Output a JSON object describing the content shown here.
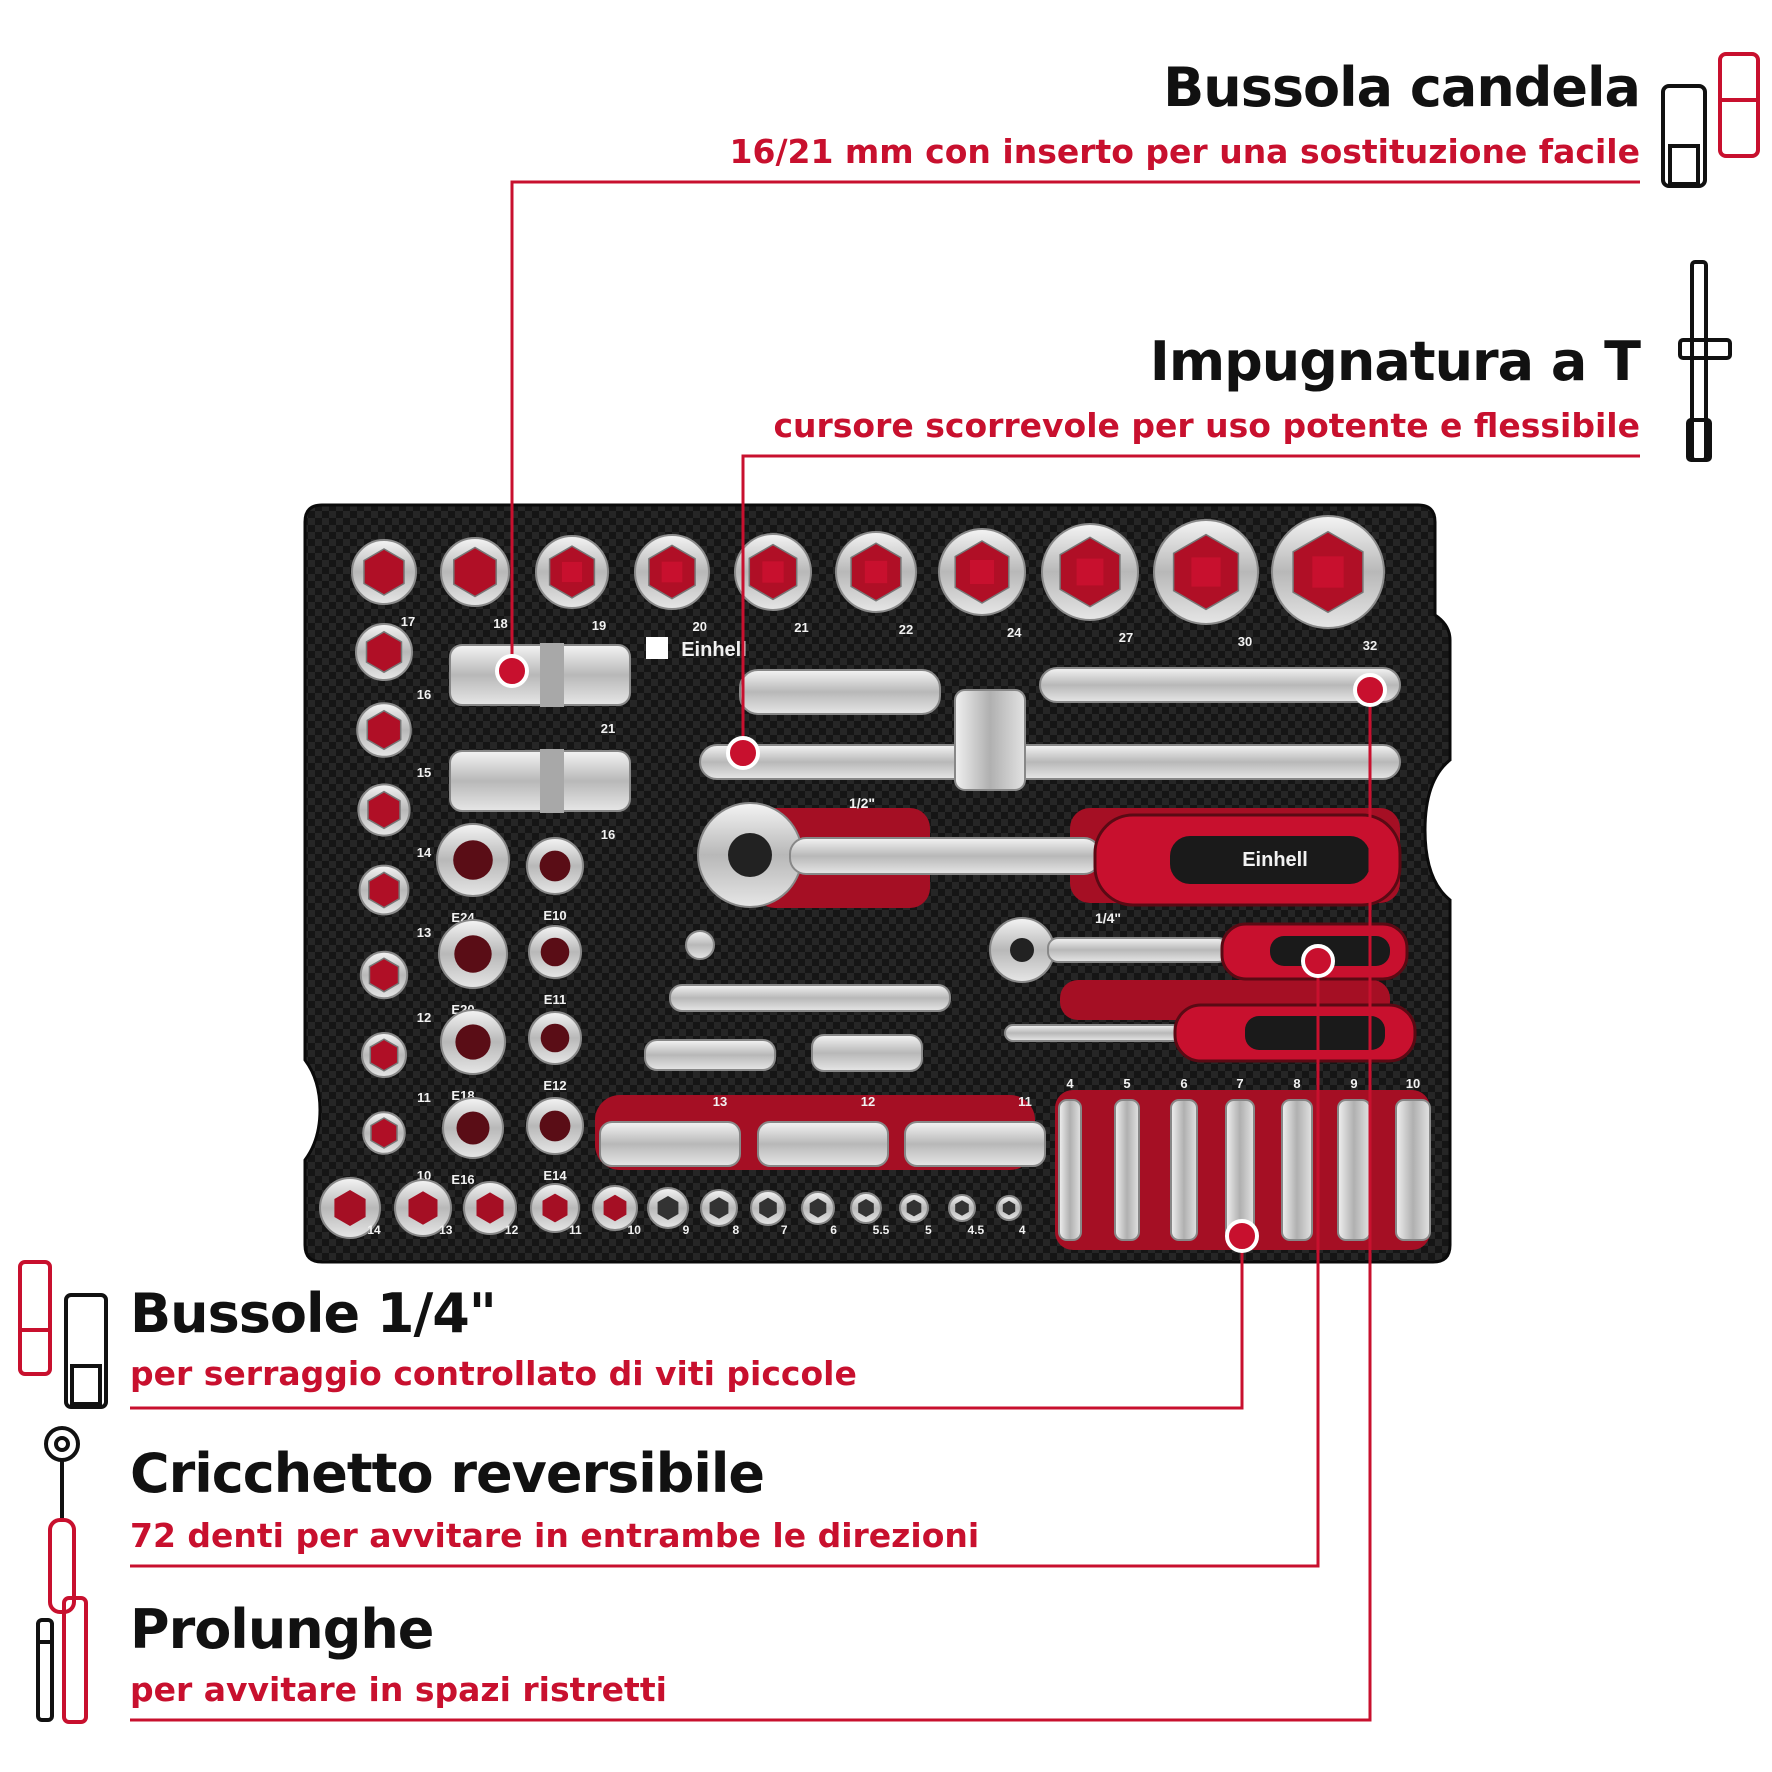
{
  "colors": {
    "accent": "#c8102e",
    "text": "#111111",
    "tray": "#161616",
    "socket": "#d9d9d9",
    "background": "#ffffff"
  },
  "callouts": [
    {
      "id": "spark-plug-socket",
      "title": "Bussola candela",
      "subtitle": "16/21 mm con inserto per una sostituzione facile",
      "icon": "spark-plug-socket-icon"
    },
    {
      "id": "t-handle",
      "title": "Impugnatura a T",
      "subtitle": "cursore scorrevole per uso potente e flessibile",
      "icon": "t-handle-icon"
    },
    {
      "id": "quarter-inch-sockets",
      "title": "Bussole 1/4\"",
      "subtitle": "per serraggio controllato di viti piccole",
      "icon": "socket-pair-icon"
    },
    {
      "id": "reversible-ratchet",
      "title": "Cricchetto reversibile",
      "subtitle": "72 denti per avvitare in entrambe le direzioni",
      "icon": "ratchet-icon"
    },
    {
      "id": "extensions",
      "title": "Prolunghe",
      "subtitle": "per avvitare in spazi ristretti",
      "icon": "extension-bars-icon"
    }
  ],
  "tray": {
    "brand": "Einhell",
    "top_row_sizes": [
      "17",
      "18",
      "19",
      "20",
      "21",
      "22",
      "24",
      "27",
      "30",
      "32"
    ],
    "left_column_sizes": [
      "16",
      "15",
      "14",
      "13",
      "12",
      "11",
      "10"
    ],
    "spark_plug_sizes": [
      "21",
      "16"
    ],
    "e_torx_sizes": [
      "E24",
      "E10",
      "E20",
      "E11",
      "E18",
      "E12",
      "E16",
      "E14"
    ],
    "deep_half_inch_sizes": [
      "13",
      "12",
      "11"
    ],
    "deep_quarter_inch_sizes": [
      "4",
      "5",
      "6",
      "7",
      "8",
      "9",
      "10"
    ],
    "bottom_row_sizes": [
      "14",
      "13",
      "12",
      "11",
      "10",
      "9",
      "8",
      "7",
      "6",
      "5.5",
      "5",
      "4.5",
      "4"
    ],
    "ratchet_labels": [
      "1/2\"",
      "1/4\""
    ]
  }
}
